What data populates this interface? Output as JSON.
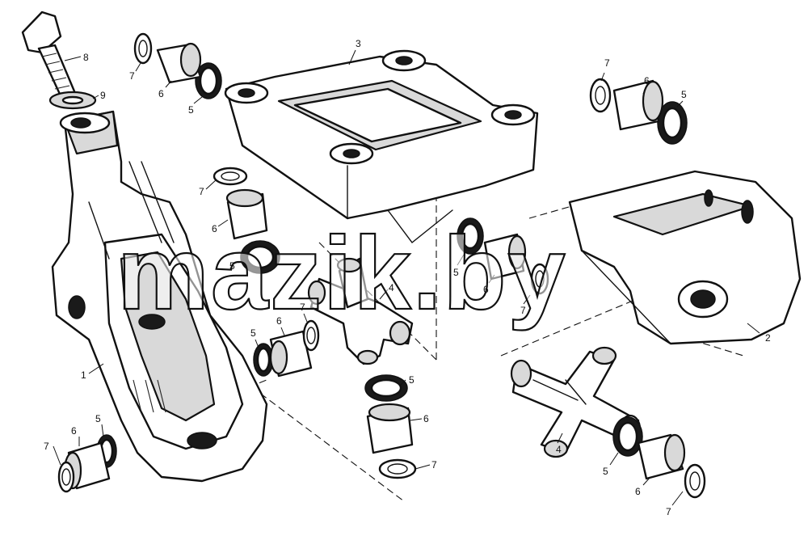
{
  "watermark": "mazik.by",
  "callouts": [
    {
      "id": "c8a",
      "text": "8"
    },
    {
      "id": "c9a",
      "text": "9"
    },
    {
      "id": "c1a",
      "text": "1"
    },
    {
      "id": "c3a",
      "text": "3"
    },
    {
      "id": "c2a",
      "text": "2"
    },
    {
      "id": "c4a",
      "text": "4"
    },
    {
      "id": "c4b",
      "text": "4"
    },
    {
      "id": "c7a",
      "text": "7"
    },
    {
      "id": "c6a",
      "text": "6"
    },
    {
      "id": "c5a",
      "text": "5"
    },
    {
      "id": "c7b",
      "text": "7"
    },
    {
      "id": "c6b",
      "text": "6"
    },
    {
      "id": "c5b",
      "text": "5"
    },
    {
      "id": "c7c",
      "text": "7"
    },
    {
      "id": "c6c",
      "text": "6"
    },
    {
      "id": "c5c",
      "text": "5"
    },
    {
      "id": "c5d",
      "text": "5"
    },
    {
      "id": "c6d",
      "text": "6"
    },
    {
      "id": "c7d",
      "text": "7"
    },
    {
      "id": "c5e",
      "text": "5"
    },
    {
      "id": "c6e",
      "text": "6"
    },
    {
      "id": "c7e",
      "text": "7"
    },
    {
      "id": "c5f",
      "text": "5"
    },
    {
      "id": "c6f",
      "text": "6"
    },
    {
      "id": "c7f",
      "text": "7"
    },
    {
      "id": "c7g",
      "text": "7"
    },
    {
      "id": "c6g",
      "text": "6"
    },
    {
      "id": "c5g",
      "text": "5"
    },
    {
      "id": "c5h",
      "text": "5"
    },
    {
      "id": "c6h",
      "text": "6"
    },
    {
      "id": "c7h",
      "text": "7"
    }
  ]
}
